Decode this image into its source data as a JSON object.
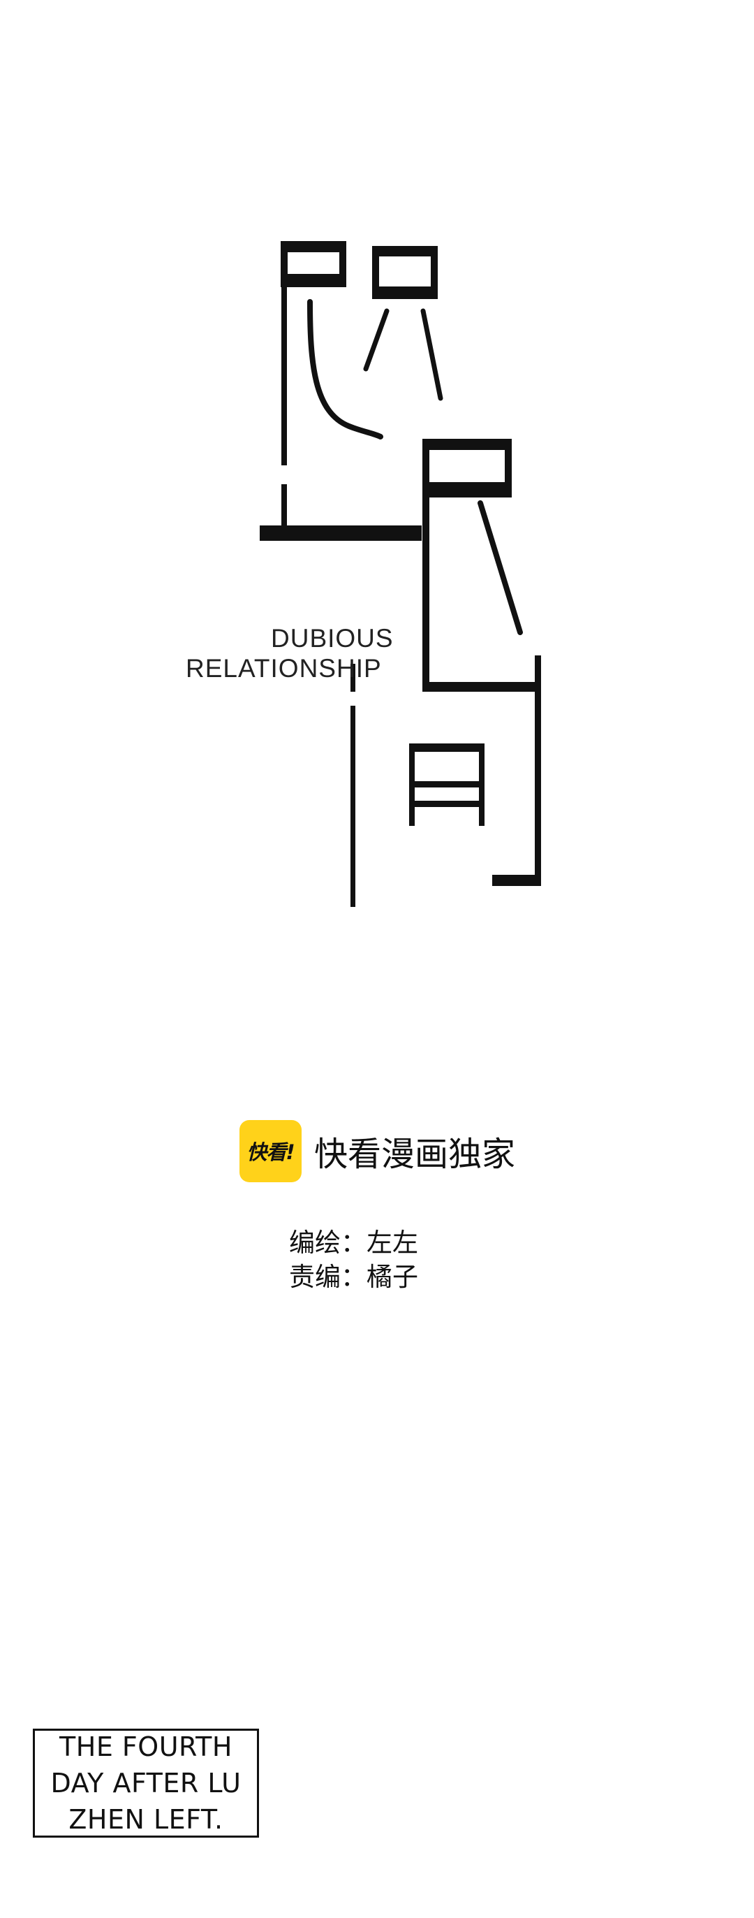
{
  "title": {
    "english_line1": "DUBIOUS",
    "english_line2": "RELATIONSHIP"
  },
  "publisher": {
    "badge_text": "快看!",
    "name": "快看漫画独家",
    "badge_color": "#ffd21a"
  },
  "credits": {
    "artist": "编绘：左左",
    "editor": "责编：橘子"
  },
  "caption": {
    "lines": [
      "THE FOURTH",
      "DAY AFTER LU",
      "ZHEN LEFT."
    ]
  }
}
